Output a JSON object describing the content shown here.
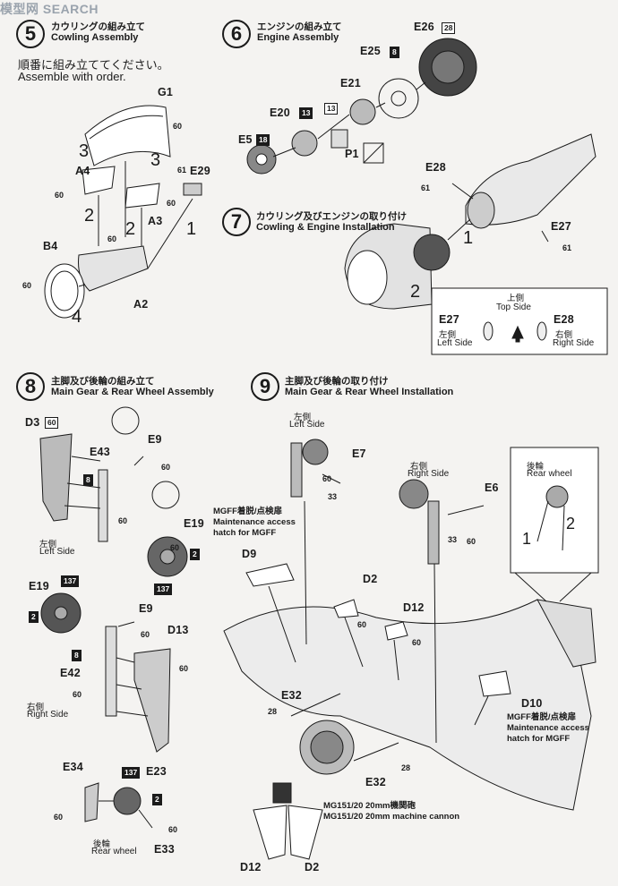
{
  "watermark": "模型网  SEARCH",
  "step5": {
    "number": "5",
    "jp": "カウリングの組み立て",
    "en": "Cowling Assembly",
    "order_jp": "順番に組み立ててください。",
    "order_en": "Assemble with order."
  },
  "step6": {
    "number": "6",
    "jp": "エンジンの組み立て",
    "en": "Engine Assembly"
  },
  "step7": {
    "number": "7",
    "jp": "カウリング及びエンジンの取り付け",
    "en": "Cowling & Engine Installation"
  },
  "step8": {
    "number": "8",
    "jp": "主脚及び後輪の組み立て",
    "en": "Main Gear & Rear Wheel Assembly"
  },
  "step9": {
    "number": "9",
    "jp": "主脚及び後輪の取り付け",
    "en": "Main Gear & Rear Wheel Installation"
  },
  "parts": {
    "G1": "G1",
    "A4": "A4",
    "A3": "A3",
    "E29": "E29",
    "B4": "B4",
    "A2": "A2",
    "E26": "E26",
    "E25": "E25",
    "E21": "E21",
    "E20": "E20",
    "E5": "E5",
    "P1": "P1",
    "E28": "E28",
    "E27": "E27",
    "D3": "D3",
    "E43": "E43",
    "E9": "E9",
    "E19": "E19",
    "E42": "E42",
    "D13": "D13",
    "E34": "E34",
    "E23": "E23",
    "E33": "E33",
    "E7": "E7",
    "E6": "E6",
    "D9": "D9",
    "D2": "D2",
    "D12": "D12",
    "D10": "D10",
    "E32": "E32"
  },
  "colors": {
    "c60": "60",
    "c61": "61",
    "c13": "13",
    "c18": "18",
    "c8": "8",
    "c28": "28",
    "c33": "33",
    "c137": "137",
    "c2": "2"
  },
  "orientation": {
    "top_jp": "上側",
    "top_en": "Top Side",
    "left_jp": "左側",
    "left_en": "Left Side",
    "right_jp": "右側",
    "right_en": "Right Side"
  },
  "sides": {
    "left_jp": "左側",
    "left_en": "Left Side",
    "right_jp": "右側",
    "right_en": "Right Side",
    "rear_jp": "後輪",
    "rear_en": "Rear wheel"
  },
  "notes": {
    "mgff1_jp": "MGFF着脱/点検扉",
    "mgff1_en1": "Maintenance access",
    "mgff1_en2": "hatch for MGFF",
    "mg151_jp": "MG151/20 20mm機関砲",
    "mg151_en": "MG151/20 20mm machine cannon"
  },
  "steps_numbers": {
    "s1": "1",
    "s2": "2",
    "s3": "3",
    "s4": "4"
  }
}
